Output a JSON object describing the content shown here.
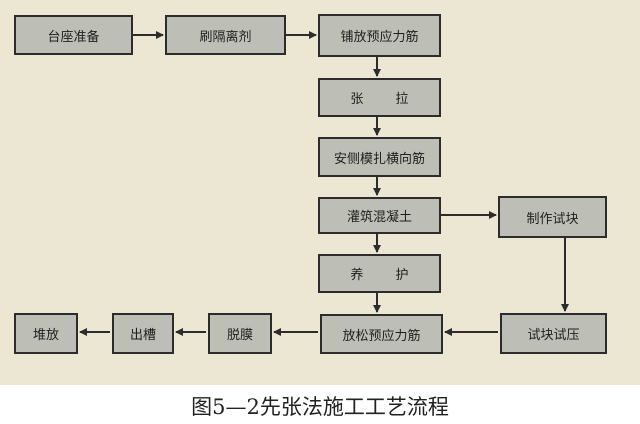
{
  "nodes": {
    "pedestal_prep": "台座准备",
    "brush_release": "刷隔离剂",
    "lay_tendons": "铺放预应力筋",
    "tension": "张 拉",
    "install_formwork": "安侧模扎横向筋",
    "pour_concrete": "灌筑混凝土",
    "make_specimen": "制作试块",
    "curing": "养 护",
    "specimen_test": "试块试压",
    "release_tendons": "放松预应力筋",
    "demold": "脱膜",
    "out_of_trough": "出槽",
    "stacking": "堆放"
  },
  "caption": "图5—2先张法施工工艺流程",
  "colors": {
    "background": "#ece7d2",
    "box_fill": "#bdbeb6",
    "line": "#2c2c2c"
  }
}
